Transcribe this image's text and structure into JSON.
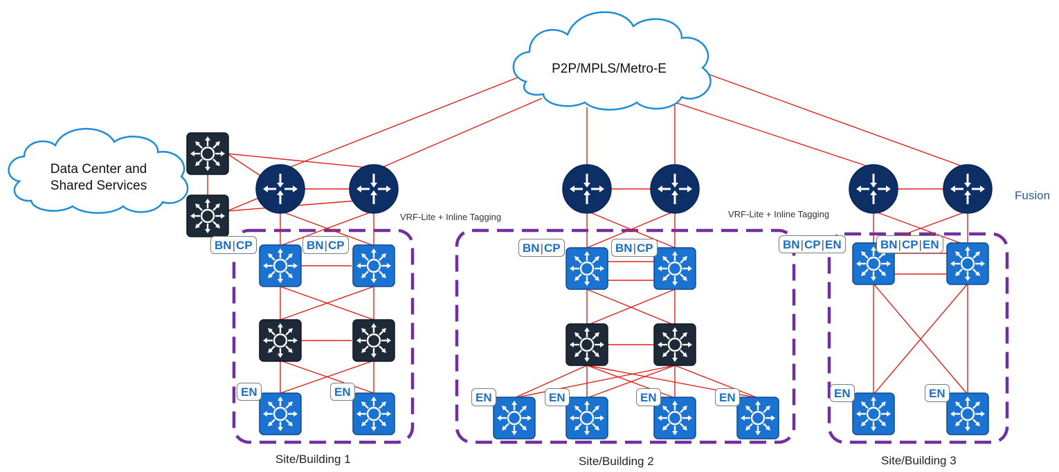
{
  "clouds": {
    "wan": "P2P/MPLS/Metro-E",
    "datacenter_line1": "Data Center and",
    "datacenter_line2": "Shared Services"
  },
  "annotations": {
    "fusion": "Fusion",
    "tag_left": "VRF-Lite + Inline Tagging",
    "tag_right": "VRF-Lite + Inline Tagging"
  },
  "sites": {
    "site1": "Site/Building 1",
    "site2": "Site/Building 2",
    "site3": "Site/Building 3"
  },
  "roles": {
    "bn": "BN",
    "cp": "CP",
    "en": "EN",
    "separator": "|"
  },
  "colors": {
    "link": "#e0201b",
    "router": "#0d2f66",
    "fabric_switch": "#1a73d1",
    "dist_switch": "#1e2a38",
    "site_boundary": "#7030a0",
    "fusion_text": "#2b5d92",
    "badge_text": "#1b6ec2"
  },
  "icons": {
    "router": "router-icon",
    "switch": "layer3-switch-icon",
    "cloud": "cloud-icon"
  }
}
